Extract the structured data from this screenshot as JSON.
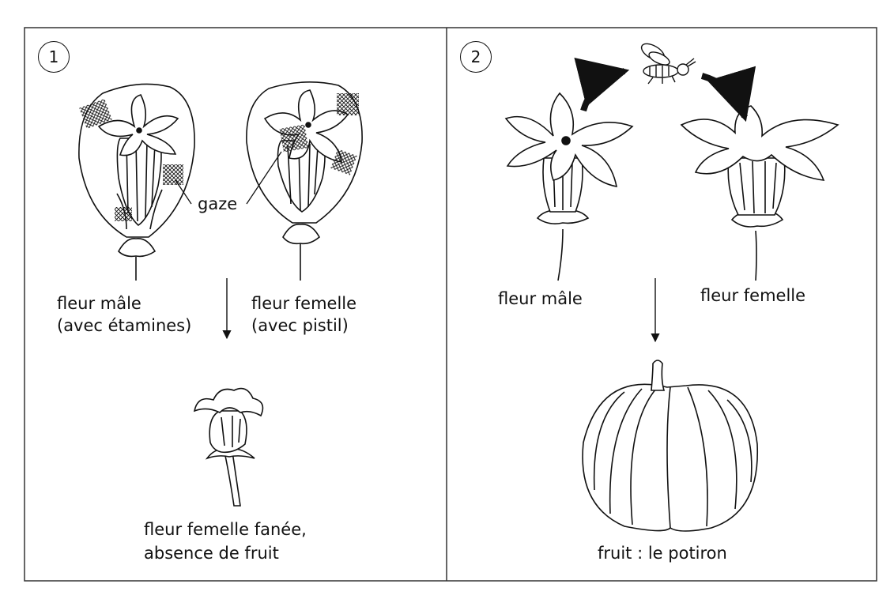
{
  "panel1": {
    "number": "1",
    "gauze_label": "gaze",
    "male_label_line1": "fleur mâle",
    "male_label_line2": "(avec étamines)",
    "female_label_line1": "fleur femelle",
    "female_label_line2": "(avec pistil)",
    "result_line1": "fleur femelle fanée,",
    "result_line2": "absence de fruit"
  },
  "panel2": {
    "number": "2",
    "male_label": "fleur mâle",
    "female_label": "fleur femelle",
    "result": "fruit : le potiron"
  },
  "icons": [
    "male-flower-icon",
    "female-flower-icon",
    "gauze-bag-icon",
    "bee-icon",
    "withered-flower-icon",
    "pumpkin-icon",
    "arrow-icon"
  ]
}
